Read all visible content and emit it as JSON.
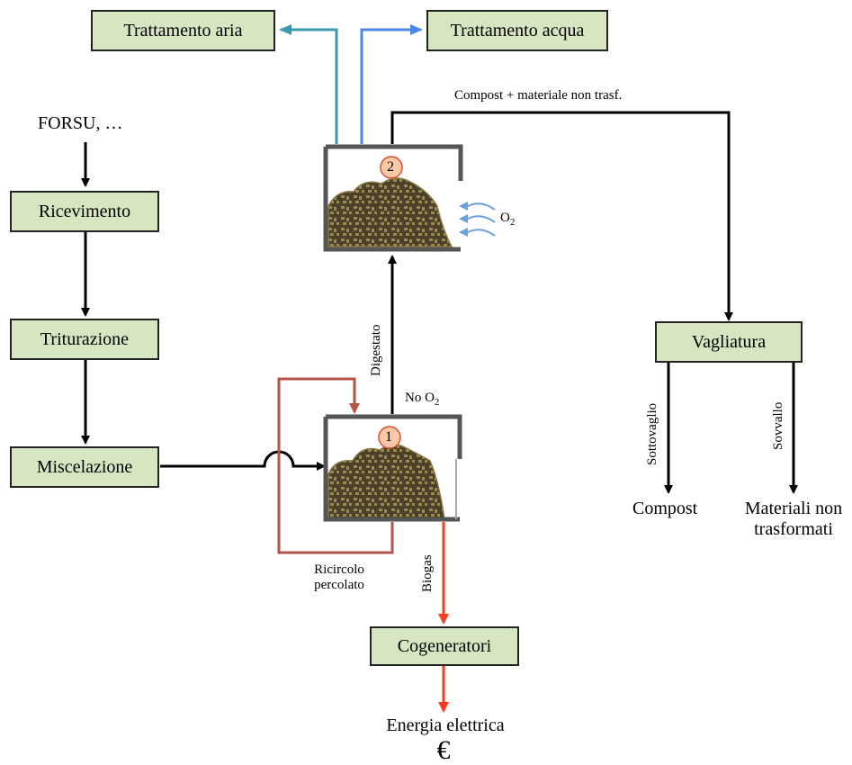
{
  "boxes": {
    "trattamento_aria": "Trattamento aria",
    "trattamento_acqua": "Trattamento acqua",
    "ricevimento": "Ricevimento",
    "triturazione": "Triturazione",
    "miscelazione": "Miscelazione",
    "vagliatura": "Vagliatura",
    "cogeneratori": "Cogeneratori"
  },
  "labels": {
    "input": "FORSU, …",
    "compost_output_line": "Compost + materiale non trasf.",
    "o2": "O",
    "o2_sub": "2",
    "no_o2": "No O",
    "no_o2_sub": "2",
    "digestato": "Digestato",
    "biogas": "Biogas",
    "ricircolo_line1": "Ricircolo",
    "ricircolo_line2": "percolato",
    "sottovaglio": "Sottovaglio",
    "sovvallo": "Sovvallo",
    "compost": "Compost",
    "materiali_line1": "Materiali non",
    "materiali_line2": "trasformati",
    "energia": "Energia elettrica",
    "euro": "€"
  },
  "reactors": {
    "stage1_number": "1",
    "stage2_number": "2"
  },
  "colors": {
    "box_fill": "#d6e6c0",
    "air_arrow": "#3a9ab0",
    "water_arrow": "#4a86e8",
    "biogas_arrow": "#ff3b1f",
    "recirculation": "#b5524a",
    "o2_waves": "#6aa0e0",
    "material_fill": "#4a4128",
    "material_edge": "#8c7b46",
    "badge_fill": "#fbc9a8",
    "badge_stroke": "#d65030"
  }
}
